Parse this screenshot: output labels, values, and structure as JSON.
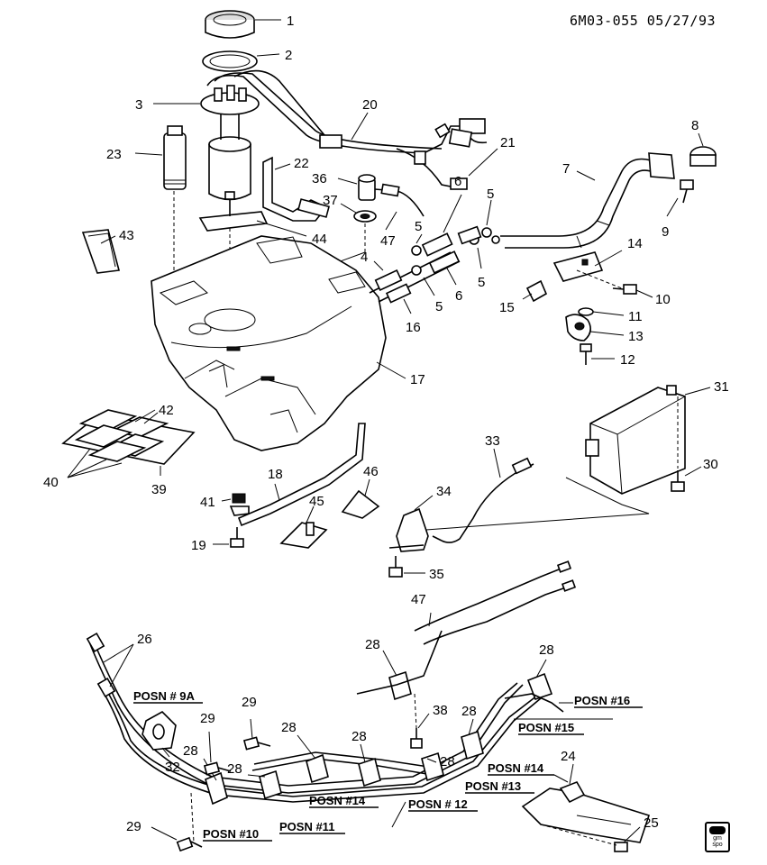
{
  "header": {
    "code": "6M03-055 05/27/93"
  },
  "logo": {
    "line1": "gm",
    "line2": "spo"
  },
  "callouts": {
    "n1": "1",
    "n2": "2",
    "n3": "3",
    "n4": "4",
    "n5a": "5",
    "n5b": "5",
    "n5c": "5",
    "n5d": "5",
    "n6a": "6",
    "n6b": "6",
    "n7": "7",
    "n8": "8",
    "n9": "9",
    "n10": "10",
    "n11": "11",
    "n12": "12",
    "n13": "13",
    "n14": "14",
    "n15": "15",
    "n16": "16",
    "n17": "17",
    "n18": "18",
    "n19": "19",
    "n20": "20",
    "n21": "21",
    "n22": "22",
    "n23": "23",
    "n24": "24",
    "n25": "25",
    "n26": "26",
    "n28a": "28",
    "n28b": "28",
    "n28c": "28",
    "n28d": "28",
    "n28e": "28",
    "n28f": "28",
    "n28g": "28",
    "n28h": "28",
    "n29a": "29",
    "n29b": "29",
    "n29c": "29",
    "n30": "30",
    "n31": "31",
    "n32": "32",
    "n33": "33",
    "n34": "34",
    "n35": "35",
    "n36": "36",
    "n37": "37",
    "n38": "38",
    "n39": "39",
    "n40": "40",
    "n41": "41",
    "n42": "42",
    "n43": "43",
    "n44": "44",
    "n45": "45",
    "n46": "46",
    "n47a": "47",
    "n47b": "47"
  },
  "positions": {
    "p9a": "POSN # 9A",
    "p16": "POSN #16",
    "p15": "POSN #15",
    "p14a": "POSN #14",
    "p13": "POSN #13",
    "p14b": "POSN #14",
    "p12": "POSN # 12",
    "p10": "POSN #10",
    "p11": "POSN #11"
  }
}
